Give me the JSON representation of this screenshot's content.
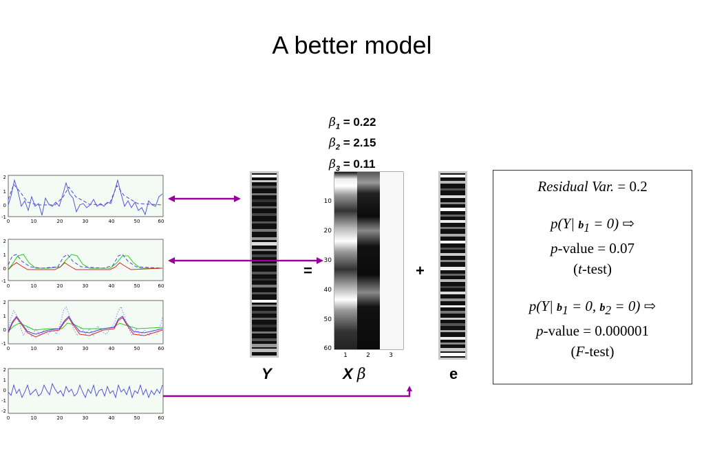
{
  "title": "A better model",
  "betas": [
    {
      "symbol": "β",
      "sub": "1",
      "value": "= 0.22"
    },
    {
      "symbol": "β",
      "sub": "2",
      "value": "= 2.15"
    },
    {
      "symbol": "β",
      "sub": "3",
      "value": "= 0.11"
    }
  ],
  "operators": {
    "equals": "=",
    "plus": "+"
  },
  "labels": {
    "y": "Y",
    "x": "X",
    "beta": "β",
    "e": "e"
  },
  "result": {
    "residual_italic": "Residual Var.",
    "residual_value": " =  0.2",
    "test1_p": "p(Y|",
    "test1_b": "b",
    "test1_sub": "1",
    "test1_tail": " = 0)",
    "arrow": "⇨",
    "p_italic": "p",
    "test1_value": "-value = 0.07",
    "test1_name_open": "(",
    "test1_name_italic": "t",
    "test1_name_close": "-test)",
    "test2_p": "p(Y|",
    "test2_b1": "b",
    "test2_sub1": "1",
    "test2_mid": " = 0, ",
    "test2_b2": "b",
    "test2_sub2": "2",
    "test2_tail": " = 0)",
    "test2_value": "-value =  0.000001",
    "test2_name_open": "(",
    "test2_name_italic": "F",
    "test2_name_close": "-test)"
  },
  "plots": {
    "x_ticks": [
      "0",
      "10",
      "20",
      "30",
      "40",
      "50",
      "60"
    ],
    "plot1_y_ticks": [
      "2",
      "1",
      "0",
      "-1"
    ],
    "plot2_y_ticks": [
      "2",
      "1",
      "0",
      "-1"
    ],
    "plot3_y_ticks": [
      "2",
      "1",
      "0",
      "-1"
    ],
    "plot4_y_ticks": [
      "2",
      "1",
      "0",
      "-1",
      "-2"
    ]
  },
  "design_matrix": {
    "y_ticks": [
      "10",
      "20",
      "30",
      "40",
      "50",
      "60"
    ],
    "x_ticks": [
      "1",
      "2",
      "3"
    ]
  },
  "colors": {
    "arrow": "#990099",
    "plot_bg": "#f4fbf4",
    "blue": "#4444dd",
    "green": "#22cc22",
    "red": "#dd2222"
  }
}
